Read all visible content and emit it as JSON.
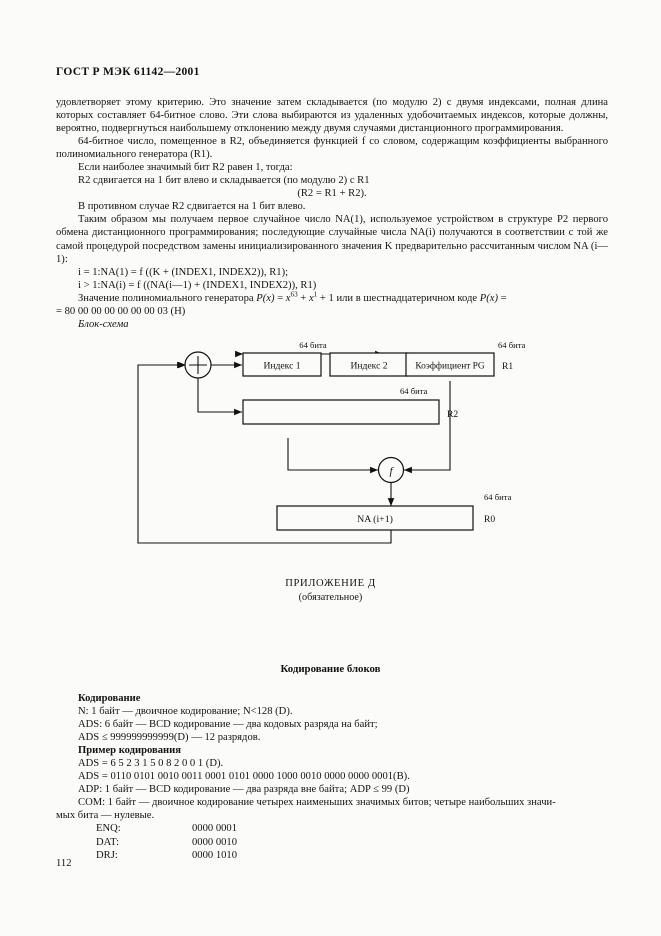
{
  "header": {
    "standard_id": "ГОСТ Р МЭК 61142—2001"
  },
  "body": {
    "p1": "удовлетворяет этому критерию. Это значение затем складывается (по модулю 2) с двумя индексами, полная длина которых составляет 64-битное слово. Эти слова выбираются из удаленных удобочитаемых индексов, которые должны, вероятно, подвергнуться наибольшему отклонению между двумя случаями дистанционного программирования.",
    "p2": "64-битное число, помещенное в R2, объединяется функцией f со словом, содержащим коэффициенты выбранного полиномиального генератора (R1).",
    "p3": "Если наиболее значимый бит R2 равен 1, тогда:",
    "p4": "R2 сдвигается на 1 бит влево и складывается (по модулю 2) с R1",
    "p5": "(R2 = R1 + R2).",
    "p6": "В противном случае R2 сдвигается на 1 бит влево.",
    "p7": "Таким образом мы получаем первое случайное число NA(1), используемое устройством в структуре P2 первого обмена дистанционного программирования; последующие случайные числа NA(i) получаются в соответствии с той же самой процедурой посредством замены инициализированного значения K предварительно рассчитанным числом NA (i—1):",
    "p8": "i = 1:NA(1) = f ((K + (INDEX1, INDEX2)), R1);",
    "p9": "i > 1:NA(i) = f ((NA(i—1) + (INDEX1, INDEX2)), R1)",
    "p10_a": "Значение   полиномиального   генератора   ",
    "p10_px": "P(x)",
    "p10_b": " = ",
    "p10_x63": "x",
    "p10_sup63": "63",
    "p10_c": " + ",
    "p10_x1": "x",
    "p10_sup1": "1",
    "p10_d": " + 1  или   в   шестнадцатеричном  коде ",
    "p10_px2": "P(x)",
    "p10_e": " =",
    "p11": "= 80 00 00 00 00 00 00 03 (H)",
    "p12_caption": "Блок-схема"
  },
  "diagram": {
    "width_label_top": "64 бита",
    "width_label_r1": "64 бита",
    "width_label_r2": "64 бита",
    "width_label_r0": "64 бита",
    "box_index1": "Индекс 1",
    "box_index2": "Индекс 2",
    "box_coeff": "Коэффициент PG",
    "box_na": "NA (i+1)",
    "reg_r1": "R1",
    "reg_r2": "R2",
    "reg_r0": "R0",
    "func_symbol": "f",
    "xor_symbol": "+"
  },
  "appendix": {
    "title": "ПРИЛОЖЕНИЕ Д",
    "subtitle": "(обязательное)",
    "section_title": "Кодирование блоков"
  },
  "coding": {
    "head1": "Кодирование",
    "l1": "N: 1 байт — двоичное кодирование; N<128 (D).",
    "l2": "ADS: 6 байт — BCD кодирование — два кодовых разряда на байт;",
    "l3": "ADS ≤ 999999999999(D)  — 12 разрядов.",
    "head2": "Пример кодирования",
    "l4": "ADS = 6 5 2 3 1 5 0 8 2 0 0 1 (D).",
    "l5": "ADS = 0110 0101 0010 0011 0001 0101 0000 1000 0010 0000 0000 0001(B).",
    "l6": "ADP: 1 байт — BCD кодирование — два разряда вне байта; ADP ≤ 99 (D)",
    "l7": "COM: 1 байт — двоичное кодирование четырех наименьших значимых битов; четыре наибольших значи-",
    "l7b": "мых бита — нулевые.",
    "codes": [
      {
        "key": "ENQ:",
        "value": "0000 0001"
      },
      {
        "key": "DAT:",
        "value": "0000 0010"
      },
      {
        "key": "DRJ:",
        "value": "0000 1010"
      }
    ]
  },
  "footer": {
    "page_number": "112"
  }
}
